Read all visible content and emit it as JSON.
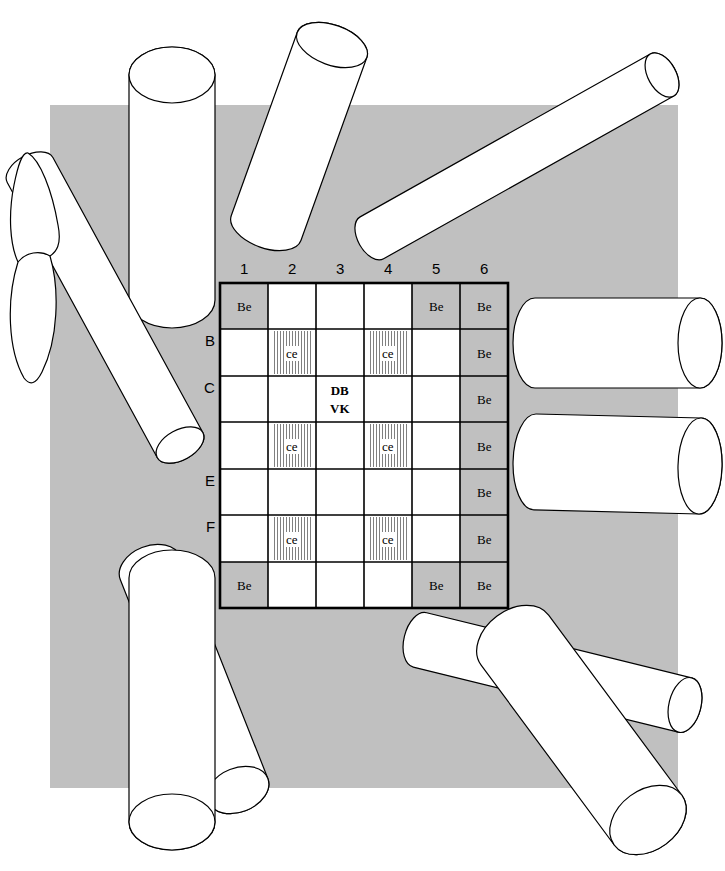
{
  "diagram": {
    "labels": [
      "1",
      "2",
      "3",
      "4",
      "5",
      "6",
      "Be",
      "Be",
      "Be",
      "B",
      "ce",
      "ce",
      "Be",
      "C",
      "DB VK",
      "Be",
      "ce",
      "ce",
      "Be",
      "E",
      "Be",
      "F",
      "ce",
      "ce",
      "Be",
      "Be",
      "Be",
      "Be"
    ]
  }
}
